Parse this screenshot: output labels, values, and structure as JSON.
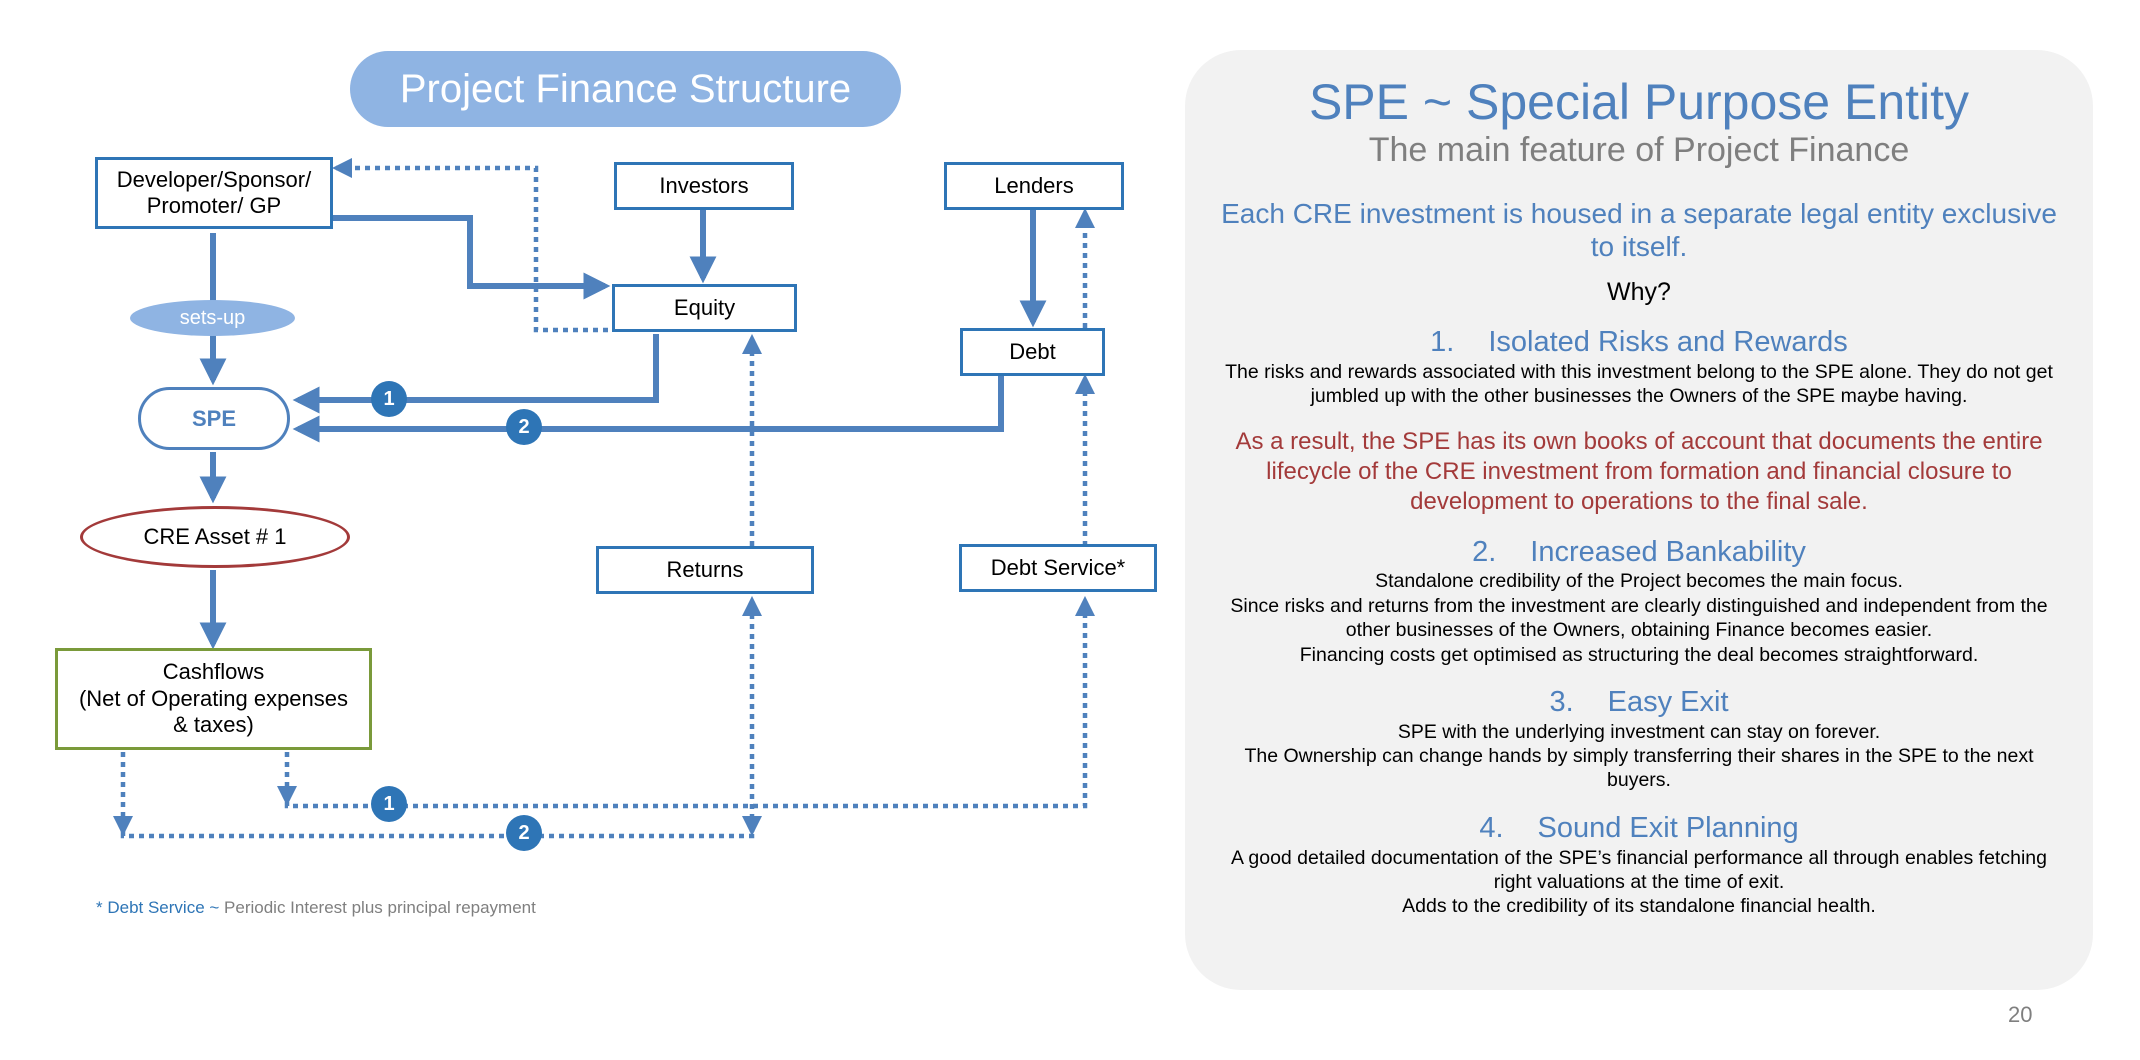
{
  "diagram": {
    "title": "Project Finance Structure",
    "nodes": {
      "developer": "Developer/Sponsor/\nPromoter/ GP",
      "investors": "Investors",
      "lenders": "Lenders",
      "equity": "Equity",
      "debt": "Debt",
      "sets_up": "sets-up",
      "spe": "SPE",
      "asset": "CRE Asset # 1",
      "returns": "Returns",
      "debt_service": "Debt Service*",
      "cashflows": "Cashflows\n(Net of Operating expenses\n& taxes)"
    },
    "badges": [
      "1",
      "2",
      "1",
      "2"
    ],
    "footnote": {
      "term": "* Debt Service ~",
      "definition": " Periodic Interest plus principal repayment"
    },
    "colors": {
      "arrow": "#4f81bd",
      "box_border": "#2e75b6",
      "asset_border": "#a33a3a",
      "cashflow_border": "#7a9a3a"
    }
  },
  "panel": {
    "title": "SPE ~ Special Purpose Entity",
    "subtitle": "The main feature of Project Finance",
    "lead": "Each CRE investment is housed in a separate legal entity exclusive to itself.",
    "why": "Why?",
    "sections": [
      {
        "num": "1.",
        "heading": "Isolated Risks and Rewards",
        "text": "The risks and rewards associated with this investment belong to the SPE alone. They do not get jumbled up with the other businesses the Owners of the SPE maybe having."
      },
      {
        "num": "2.",
        "heading": "Increased Bankability",
        "text": "Standalone credibility of the Project becomes the main focus.\nSince risks and returns from the investment are clearly distinguished and independent from the other businesses of the Owners, obtaining Finance becomes easier.\nFinancing costs get optimised as structuring the deal becomes straightforward."
      },
      {
        "num": "3.",
        "heading": "Easy Exit",
        "text": "SPE with the underlying investment can stay on forever.\nThe Ownership can change hands by simply transferring their shares in the SPE to the next buyers."
      },
      {
        "num": "4.",
        "heading": "Sound Exit Planning",
        "text": "A good detailed documentation of the SPE’s financial performance all through enables fetching right valuations at the time of exit.\nAdds to the credibility of its standalone financial health."
      }
    ],
    "highlight": "As a result, the SPE has its own books of account that documents the entire lifecycle of the CRE investment from formation and financial closure to development to operations to the final sale.",
    "colors": {
      "accent": "#4f81bd",
      "highlight": "#a33a3a",
      "background": "#f2f2f2"
    }
  },
  "page_number": "20"
}
